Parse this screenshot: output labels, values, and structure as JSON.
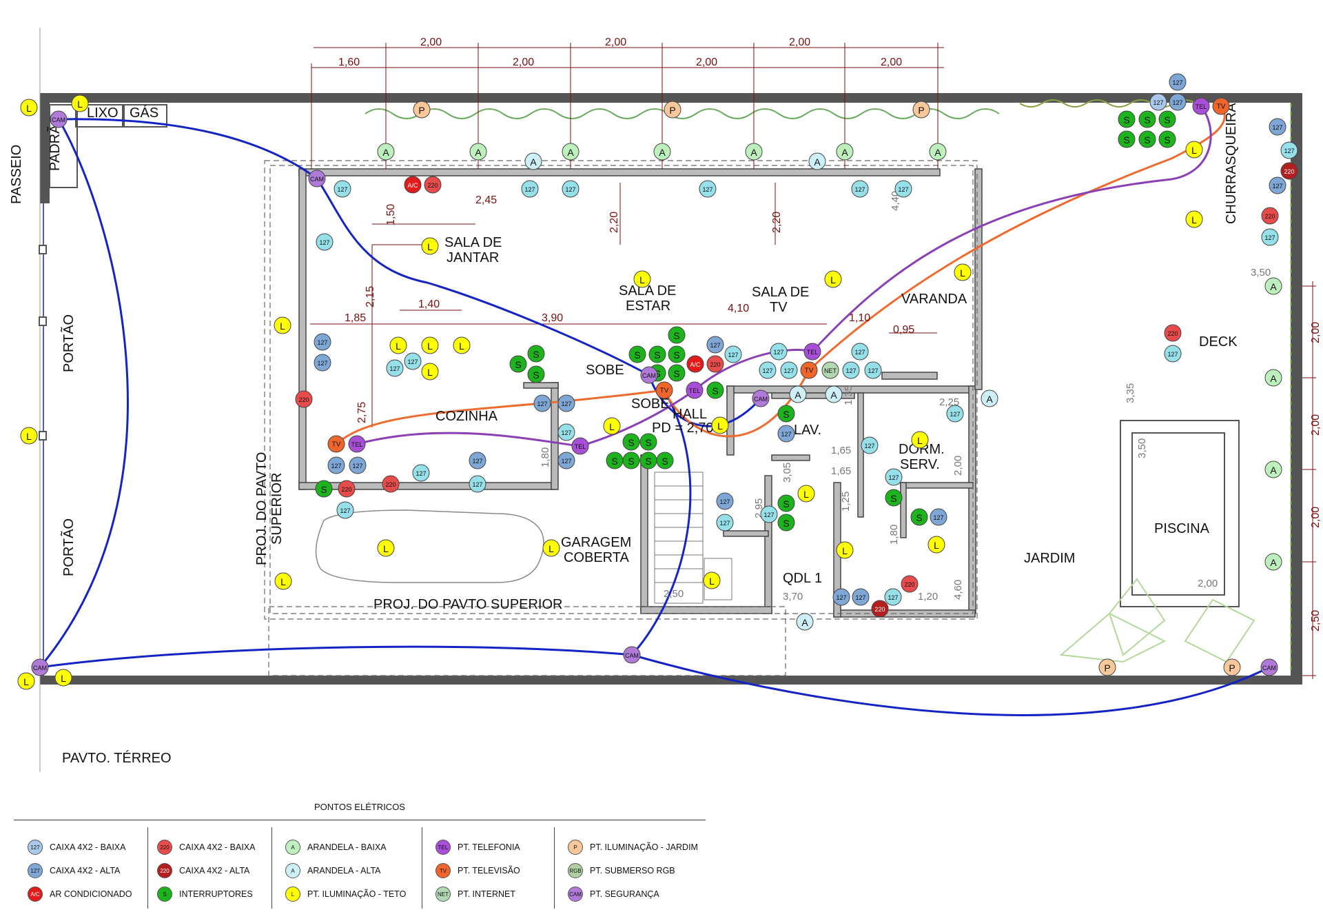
{
  "drawing": {
    "title": "PAVTO. TÉRREO",
    "side_label": "PASSEIO",
    "rooms": [
      {
        "id": "padrao",
        "text": "PADRÃO"
      },
      {
        "id": "lixo",
        "text": "LIXO"
      },
      {
        "id": "gas",
        "text": "GÁS"
      },
      {
        "id": "portao_top",
        "text": "PORTÃO"
      },
      {
        "id": "portao_bottom",
        "text": "PORTÃO"
      },
      {
        "id": "sala_jantar_1",
        "text": "SALA DE"
      },
      {
        "id": "sala_jantar_2",
        "text": "JANTAR"
      },
      {
        "id": "sala_estar_1",
        "text": "SALA DE"
      },
      {
        "id": "sala_estar_2",
        "text": "ESTAR"
      },
      {
        "id": "sala_tv_1",
        "text": "SALA DE"
      },
      {
        "id": "sala_tv_2",
        "text": "TV"
      },
      {
        "id": "varanda",
        "text": "VARANDA"
      },
      {
        "id": "churrasqueira",
        "text": "CHURRASQUEIRA"
      },
      {
        "id": "deck",
        "text": "DECK"
      },
      {
        "id": "cozinha",
        "text": "COZINHA"
      },
      {
        "id": "sobe1",
        "text": "SOBE"
      },
      {
        "id": "sobe2",
        "text": "SOBE"
      },
      {
        "id": "hall",
        "text": "HALL"
      },
      {
        "id": "pd",
        "text": "PD = 2,70"
      },
      {
        "id": "lav",
        "text": "LAV."
      },
      {
        "id": "dorm1",
        "text": "DORM."
      },
      {
        "id": "dorm2",
        "text": "SERV."
      },
      {
        "id": "garagem1",
        "text": "GARAGEM"
      },
      {
        "id": "garagem2",
        "text": "COBERTA"
      },
      {
        "id": "proj_pavto_1",
        "text": "PROJ. DO PAVTO"
      },
      {
        "id": "proj_pavto_2",
        "text": "SUPERIOR"
      },
      {
        "id": "proj_pavto_bottom",
        "text": "PROJ. DO PAVTO SUPERIOR"
      },
      {
        "id": "qdl",
        "text": "QDL 1"
      },
      {
        "id": "jardim",
        "text": "JARDIM"
      },
      {
        "id": "piscina",
        "text": "PISCINA"
      }
    ],
    "dimensions": [
      {
        "id": "d1",
        "text": "2,00"
      },
      {
        "id": "d2",
        "text": "2,00"
      },
      {
        "id": "d3",
        "text": "2,00"
      },
      {
        "id": "d4",
        "text": "1,60"
      },
      {
        "id": "d5",
        "text": "2,00"
      },
      {
        "id": "d6",
        "text": "2,00"
      },
      {
        "id": "d7",
        "text": "2,00"
      },
      {
        "id": "d8",
        "text": "1,50"
      },
      {
        "id": "d9",
        "text": "2,45"
      },
      {
        "id": "d10",
        "text": "2,20"
      },
      {
        "id": "d11",
        "text": "2,20"
      },
      {
        "id": "d12",
        "text": "2,15"
      },
      {
        "id": "d13",
        "text": "1,40"
      },
      {
        "id": "d14",
        "text": "1,85"
      },
      {
        "id": "d15",
        "text": "3,90"
      },
      {
        "id": "d16",
        "text": "4,10"
      },
      {
        "id": "d17",
        "text": "1,10"
      },
      {
        "id": "d18",
        "text": "0,95"
      },
      {
        "id": "d19",
        "text": "2,75"
      },
      {
        "id": "d20",
        "text": "2,00"
      },
      {
        "id": "d21",
        "text": "2,00"
      },
      {
        "id": "d22",
        "text": "2,00"
      },
      {
        "id": "d23",
        "text": "2,50"
      },
      {
        "id": "d24",
        "text": "3,50"
      },
      {
        "id": "d25",
        "text": "3,35"
      },
      {
        "id": "d26",
        "text": "3,50"
      },
      {
        "id": "d27",
        "text": "2,00"
      },
      {
        "id": "d28",
        "text": "2,25"
      },
      {
        "id": "d29",
        "text": "1,65"
      },
      {
        "id": "d30",
        "text": "1,65"
      },
      {
        "id": "d31",
        "text": "2,00"
      },
      {
        "id": "d32",
        "text": "1,80"
      },
      {
        "id": "d33",
        "text": "1,20"
      },
      {
        "id": "d34",
        "text": "4,60"
      },
      {
        "id": "d35",
        "text": "2,50"
      },
      {
        "id": "d36",
        "text": "3,70"
      },
      {
        "id": "d37",
        "text": "1,80"
      },
      {
        "id": "d38",
        "text": "3,05"
      },
      {
        "id": "d39",
        "text": "2,95"
      },
      {
        "id": "d40",
        "text": "1,25"
      },
      {
        "id": "d41",
        "text": "1,35"
      },
      {
        "id": "d42",
        "text": "4,40"
      }
    ]
  },
  "symbol_types": {
    "127b": {
      "text": "127",
      "fill": "#a9c8ea"
    },
    "127a": {
      "text": "127",
      "fill": "#7fa7d6"
    },
    "127c": {
      "text": "127",
      "fill": "#96e0ea"
    },
    "220b": {
      "text": "220",
      "fill": "#e84b4b"
    },
    "220a": {
      "text": "220",
      "fill": "#b31f1f"
    },
    "ac": {
      "text": "A/C",
      "fill": "#e21b1b"
    },
    "ab": {
      "text": "A",
      "fill": "#bdf0bd"
    },
    "aa": {
      "text": "A",
      "fill": "#cdeff7"
    },
    "s": {
      "text": "S",
      "fill": "#1db31d"
    },
    "l": {
      "text": "L",
      "fill": "#ffff00"
    },
    "tel": {
      "text": "TEL",
      "fill": "#a94ed8"
    },
    "tv": {
      "text": "TV",
      "fill": "#f0652a"
    },
    "net": {
      "text": "NET",
      "fill": "#b2d8b2"
    },
    "p": {
      "text": "P",
      "fill": "#f8c79a"
    },
    "rgb": {
      "text": "RGB",
      "fill": "#aecfa4"
    },
    "cam": {
      "text": "CAM",
      "fill": "#b07ad8"
    }
  },
  "symbols": [
    [
      "l",
      42,
      156
    ],
    [
      "l",
      116,
      150
    ],
    [
      "cam",
      85,
      173
    ],
    [
      "l",
      42,
      632
    ],
    [
      "l",
      38,
      988
    ],
    [
      "l",
      92,
      983
    ],
    [
      "cam",
      58,
      968
    ],
    [
      "p",
      612,
      159
    ],
    [
      "p",
      976,
      159
    ],
    [
      "p",
      1337,
      159
    ],
    [
      "ab",
      560,
      220
    ],
    [
      "ab",
      694,
      220
    ],
    [
      "ab",
      828,
      220
    ],
    [
      "ab",
      961,
      220
    ],
    [
      "ab",
      1094,
      220
    ],
    [
      "ab",
      1226,
      220
    ],
    [
      "ab",
      1361,
      220
    ],
    [
      "aa",
      774,
      234
    ],
    [
      "aa",
      1186,
      234
    ],
    [
      "cam",
      460,
      259
    ],
    [
      "127c",
      497,
      274
    ],
    [
      "ac",
      599,
      268
    ],
    [
      "220b",
      628,
      268
    ],
    [
      "127c",
      769,
      274
    ],
    [
      "127c",
      828,
      274
    ],
    [
      "127c",
      1027,
      274
    ],
    [
      "127c",
      1248,
      274
    ],
    [
      "127c",
      1311,
      274
    ],
    [
      "127c",
      471,
      351
    ],
    [
      "l",
      624,
      357
    ],
    [
      "l",
      932,
      405
    ],
    [
      "l",
      1209,
      405
    ],
    [
      "l",
      1397,
      395
    ],
    [
      "l",
      410,
      472
    ],
    [
      "127a",
      468,
      496
    ],
    [
      "127a",
      468,
      526
    ],
    [
      "l",
      578,
      501
    ],
    [
      "l",
      624,
      501
    ],
    [
      "l",
      670,
      501
    ],
    [
      "127c",
      573,
      534
    ],
    [
      "127c",
      599,
      524
    ],
    [
      "l",
      624,
      539
    ],
    [
      "s",
      778,
      513
    ],
    [
      "s",
      752,
      528
    ],
    [
      "s",
      778,
      543
    ],
    [
      "s",
      982,
      486
    ],
    [
      "s",
      925,
      514
    ],
    [
      "s",
      954,
      514
    ],
    [
      "s",
      982,
      514
    ],
    [
      "s",
      954,
      541
    ],
    [
      "s",
      982,
      541
    ],
    [
      "127a",
      1038,
      500
    ],
    [
      "127c",
      1064,
      514
    ],
    [
      "ac",
      1009,
      528
    ],
    [
      "220b",
      1038,
      528
    ],
    [
      "127c",
      1130,
      510
    ],
    [
      "tel",
      1179,
      510
    ],
    [
      "127c",
      1248,
      510
    ],
    [
      "127c",
      1114,
      537
    ],
    [
      "127c",
      1145,
      537
    ],
    [
      "tv",
      1174,
      537
    ],
    [
      "net",
      1205,
      537
    ],
    [
      "127c",
      1235,
      537
    ],
    [
      "127c",
      1267,
      537
    ],
    [
      "220b",
      441,
      579
    ],
    [
      "cam",
      942,
      544
    ],
    [
      "tv",
      964,
      566
    ],
    [
      "tel",
      1008,
      566
    ],
    [
      "s",
      1038,
      566
    ],
    [
      "cam",
      1104,
      578
    ],
    [
      "aa",
      1158,
      572
    ],
    [
      "aa",
      1210,
      572
    ],
    [
      "aa",
      1436,
      578
    ],
    [
      "127a",
      787,
      585
    ],
    [
      "127a",
      822,
      585
    ],
    [
      "l",
      888,
      618
    ],
    [
      "l",
      1045,
      617
    ],
    [
      "s",
      1141,
      600
    ],
    [
      "127a",
      1141,
      629
    ],
    [
      "127c",
      1386,
      600
    ],
    [
      "127c",
      822,
      627
    ],
    [
      "tv",
      488,
      644
    ],
    [
      "tel",
      518,
      644
    ],
    [
      "tel",
      842,
      647
    ],
    [
      "127a",
      822,
      668
    ],
    [
      "l",
      1335,
      638
    ],
    [
      "127c",
      1262,
      646
    ],
    [
      "s",
      916,
      641
    ],
    [
      "s",
      941,
      641
    ],
    [
      "s",
      892,
      668
    ],
    [
      "s",
      916,
      668
    ],
    [
      "s",
      941,
      668
    ],
    [
      "s",
      965,
      668
    ],
    [
      "127a",
      488,
      675
    ],
    [
      "127a",
      519,
      675
    ],
    [
      "127c",
      611,
      686
    ],
    [
      "127a",
      693,
      668
    ],
    [
      "127c",
      693,
      702
    ],
    [
      "220b",
      567,
      702
    ],
    [
      "s",
      470,
      709
    ],
    [
      "220b",
      503,
      709
    ],
    [
      "127c",
      501,
      740
    ],
    [
      "127c",
      1297,
      692
    ],
    [
      "l",
      1170,
      716
    ],
    [
      "s",
      1297,
      722
    ],
    [
      "s",
      1334,
      750
    ],
    [
      "127a",
      1362,
      750
    ],
    [
      "l",
      1359,
      790
    ],
    [
      "127a",
      1052,
      727
    ],
    [
      "s",
      1141,
      730
    ],
    [
      "127c",
      1116,
      746
    ],
    [
      "s",
      1141,
      758
    ],
    [
      "127c",
      1052,
      758
    ],
    [
      "l",
      1226,
      798
    ],
    [
      "l",
      560,
      795
    ],
    [
      "l",
      800,
      795
    ],
    [
      "l",
      1033,
      842
    ],
    [
      "220b",
      1320,
      847
    ],
    [
      "127a",
      1221,
      866
    ],
    [
      "127a",
      1249,
      866
    ],
    [
      "127c",
      1296,
      866
    ],
    [
      "220a",
      1277,
      883
    ],
    [
      "aa",
      1168,
      902
    ],
    [
      "l",
      411,
      843
    ],
    [
      "cam",
      917,
      950
    ],
    [
      "cam",
      1842,
      968
    ],
    [
      "p",
      1607,
      968
    ],
    [
      "p",
      1788,
      968
    ],
    [
      "127a",
      1709,
      119
    ],
    [
      "127b",
      1681,
      148
    ],
    [
      "127a",
      1709,
      148
    ],
    [
      "tel",
      1743,
      154
    ],
    [
      "tv",
      1772,
      154
    ],
    [
      "s",
      1635,
      173
    ],
    [
      "s",
      1665,
      173
    ],
    [
      "s",
      1694,
      173
    ],
    [
      "s",
      1635,
      202
    ],
    [
      "s",
      1665,
      202
    ],
    [
      "s",
      1694,
      202
    ],
    [
      "127a",
      1854,
      184
    ],
    [
      "127c",
      1871,
      218
    ],
    [
      "l",
      1733,
      217
    ],
    [
      "127a",
      1854,
      269
    ],
    [
      "220a",
      1871,
      248
    ],
    [
      "220b",
      1843,
      313
    ],
    [
      "127c",
      1843,
      344
    ],
    [
      "l",
      1733,
      318
    ],
    [
      "ab",
      1848,
      415
    ],
    [
      "220b",
      1702,
      483
    ],
    [
      "127c",
      1702,
      513
    ],
    [
      "ab",
      1848,
      548
    ],
    [
      "ab",
      1848,
      681
    ],
    [
      "ab",
      1848,
      815
    ]
  ],
  "legend": {
    "title": "PONTOS ELÉTRICOS",
    "items": [
      {
        "type": "127b",
        "label": "CAIXA 4X2 - BAIXA"
      },
      {
        "type": "127a",
        "label": "CAIXA 4X2 - ALTA"
      },
      {
        "type": "ac",
        "label": "AR CONDICIONADO"
      },
      {
        "type": "220b",
        "label": "CAIXA 4X2 - BAIXA"
      },
      {
        "type": "220a",
        "label": "CAIXA 4X2 - ALTA"
      },
      {
        "type": "s",
        "label": "INTERRUPTORES"
      },
      {
        "type": "ab",
        "label": "ARANDELA - BAIXA"
      },
      {
        "type": "aa",
        "label": "ARANDELA - ALTA"
      },
      {
        "type": "l",
        "label": "PT. ILUMINAÇÃO - TETO"
      },
      {
        "type": "tel",
        "label": "PT. TELEFONIA"
      },
      {
        "type": "tv",
        "label": "PT. TELEVISÃO"
      },
      {
        "type": "net",
        "label": "PT. INTERNET"
      },
      {
        "type": "p",
        "label": "PT. ILUMINAÇÃO - JARDIM"
      },
      {
        "type": "rgb",
        "label": "PT. SUBMERSO RGB"
      },
      {
        "type": "cam",
        "label": "PT. SEGURANÇA"
      }
    ]
  }
}
